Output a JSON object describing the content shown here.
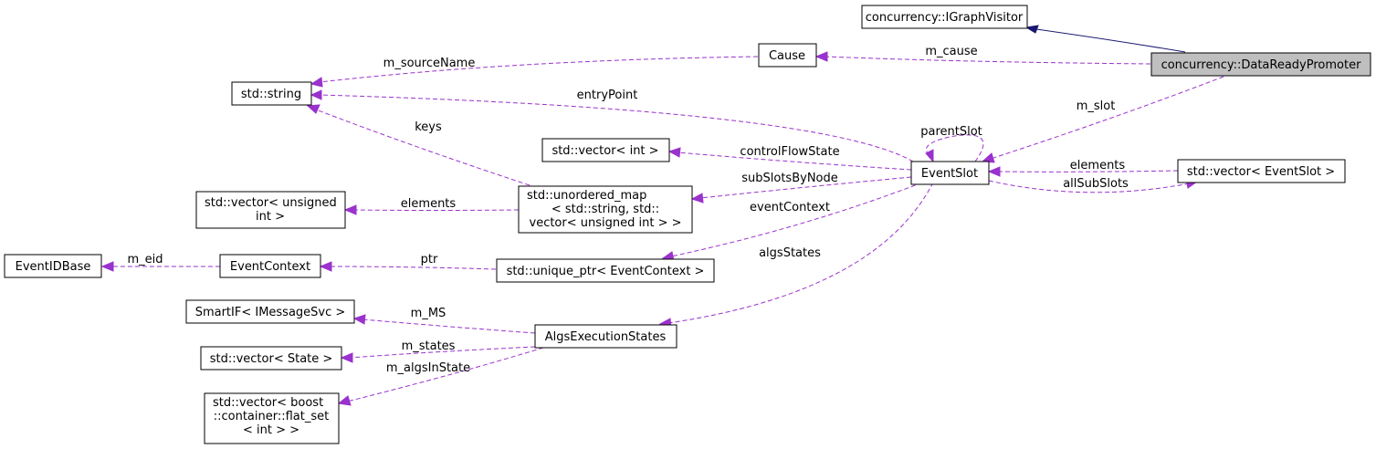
{
  "diagram": {
    "nodes": {
      "promoter": "concurrency::DataReadyPromoter",
      "igraphvisitor": "concurrency::IGraphVisitor",
      "cause": "Cause",
      "string": "std::string",
      "eventslot": "EventSlot",
      "vector_int": "std::vector< int >",
      "vector_eventslot": "std::vector< EventSlot >",
      "unordered_map": [
        "std::unordered_map",
        "< std::string, std::",
        "vector< unsigned int > >"
      ],
      "vector_unsigned": [
        "std::vector< unsigned",
        "int >"
      ],
      "eventidbase": "EventIDBase",
      "eventcontext": "EventContext",
      "unique_ptr": "std::unique_ptr< EventContext >",
      "smartif": "SmartIF< IMessageSvc >",
      "algsexec": "AlgsExecutionStates",
      "vector_state": "std::vector< State >",
      "vector_boost": [
        "std::vector< boost",
        "::container::flat_set",
        "< int > >"
      ]
    },
    "edges": {
      "inherit": "",
      "m_cause": "m_cause",
      "m_sourceName": "m_sourceName",
      "m_slot": "m_slot",
      "entryPoint": "entryPoint",
      "parentSlot": "parentSlot",
      "keys": "keys",
      "controlFlowState": "controlFlowState",
      "subSlotsByNode": "subSlotsByNode",
      "elements_slot": "elements",
      "allSubSlots": "allSubSlots",
      "elements_vec": "elements",
      "eventContext": "eventContext",
      "ptr": "ptr",
      "m_eid": "m_eid",
      "algsStates": "algsStates",
      "m_MS": "m_MS",
      "m_states": "m_states",
      "m_algsInState": "m_algsInState"
    },
    "colors": {
      "dependency": "#9a32cd",
      "inheritance": "#191970",
      "focus_fill": "#bfbfbf"
    }
  }
}
